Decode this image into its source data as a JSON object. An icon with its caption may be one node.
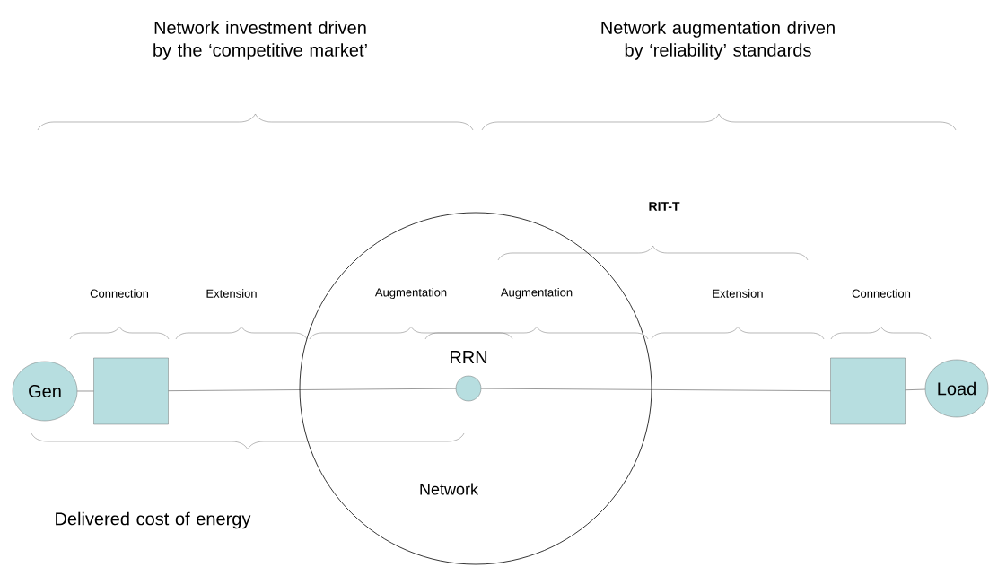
{
  "diagram": {
    "nodes": [
      {
        "text": [
          "Gen"
        ]
      },
      {
        "text": [],
        "shape": "box"
      },
      {
        "text": [
          "Network"
        ]
      },
      {
        "text": [],
        "shape": "circle",
        "beside": [
          "RRN"
        ],
        "in": 2
      },
      {
        "text": [],
        "shape": "box"
      },
      {
        "text": [
          "Load"
        ]
      }
    ],
    "edges": [
      {
        "from": 0,
        "to": 1,
        "arrow": "none"
      },
      {
        "from": 1,
        "to": 3,
        "arrow": "none"
      },
      {
        "from": 3,
        "to": 4,
        "arrow": "none"
      },
      {
        "from": 4,
        "to": 5,
        "arrow": "none"
      }
    ],
    "labels": [
      "Network investment driven by the ‘competitive market’",
      "Network augmentation driven by ‘reliability’ standards",
      "RIT-T",
      "Connection",
      "Extension",
      "Augmentation",
      "Augmentation",
      "Extension",
      "Connection",
      "Delivered cost of energy"
    ]
  }
}
